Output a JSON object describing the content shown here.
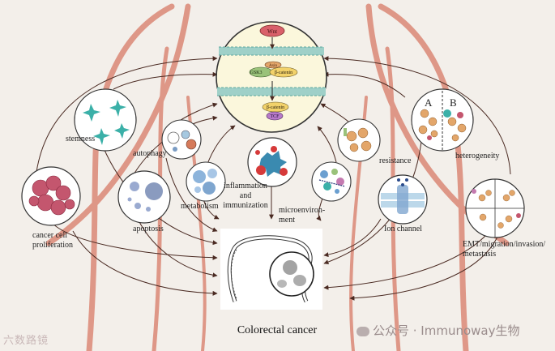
{
  "figure": {
    "title": "Colorectal cancer",
    "pathway": {
      "wnt": "Wnt",
      "axin": "Axin",
      "gsk": "GSK3",
      "beta_catenin_top": "β-catenin",
      "beta_catenin_bottom": "β-catenin",
      "tcf": "TCF"
    },
    "nodes": {
      "stemness": "stemness",
      "autophagy": "autophagy",
      "proliferation_line1": "cancer cell",
      "proliferation_line2": "proliferation",
      "apoptosis": "apoptosis",
      "metabolism": "metabolism",
      "inflammation_line1": "inflammation",
      "inflammation_line2": "and",
      "inflammation_line3": "immunization",
      "microenv_line1": "microenviron-",
      "microenv_line2": "ment",
      "resistance": "resistance",
      "heterogeneity": "heterogeneity",
      "hetero_a": "A",
      "hetero_b": "B",
      "ion_channel": "Ion channel",
      "emt_line1": "EMT/migration/invasion/",
      "emt_line2": "metastasis"
    }
  },
  "watermarks": {
    "left": "六数路镜",
    "right": "公众号 · Immunoway生物"
  },
  "colors": {
    "background": "#f3efea",
    "body_outline": "#d9826f",
    "arrow": "#4a2a22",
    "membrane": "#9fd0c8",
    "center_fill": "#fbf7dc",
    "cell_pink": "#c4566e",
    "cell_teal": "#3bb0a8",
    "cell_blue": "#7fa6cf"
  }
}
